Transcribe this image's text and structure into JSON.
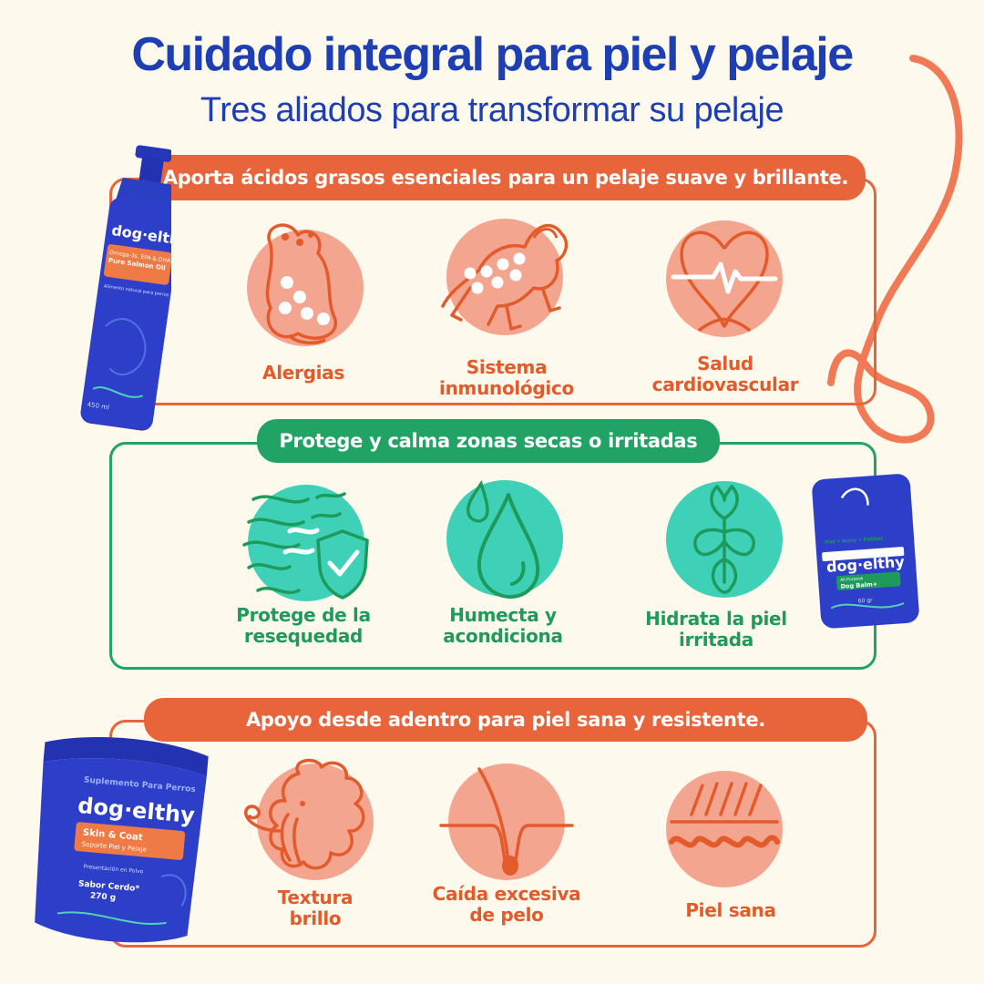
{
  "header": {
    "title": "Cuidado integral para piel y pelaje",
    "subtitle": "Tres aliados para transformar su pelaje"
  },
  "colors": {
    "brand_blue": "#1e3fb3",
    "orange": "#e8643a",
    "green": "#22a366",
    "salmon": "#f4a58f",
    "teal": "#3ed1b8",
    "background": "#fdf9ec"
  },
  "sections": [
    {
      "banner": "Aporta ácidos grasos esenciales para un pelaje suave y brillante.",
      "items": [
        {
          "label_line1": "Alergias",
          "label_line2": "",
          "icon": "dog-paw-allergy-icon"
        },
        {
          "label_line1": "Sistema",
          "label_line2": "inmunológico",
          "icon": "dog-immune-icon"
        },
        {
          "label_line1": "Salud",
          "label_line2": "cardiovascular",
          "icon": "heart-pulse-icon"
        }
      ]
    },
    {
      "banner": "Protege y calma zonas secas o irritadas",
      "items": [
        {
          "label_line1": "Protege de la",
          "label_line2": "resequedad",
          "icon": "skin-shield-icon"
        },
        {
          "label_line1": "Humecta y",
          "label_line2": "acondiciona",
          "icon": "water-drop-icon"
        },
        {
          "label_line1": "Hidrata la piel",
          "label_line2": "irritada",
          "icon": "irritated-skin-icon"
        }
      ]
    },
    {
      "banner": "Apoyo desde adentro para piel sana y resistente.",
      "items": [
        {
          "label_line1": "Textura",
          "label_line2": "brillo",
          "icon": "curly-dog-icon"
        },
        {
          "label_line1": "Caída excesiva",
          "label_line2": "de pelo",
          "icon": "hair-follicle-icon"
        },
        {
          "label_line1": "Piel sana",
          "label_line2": "",
          "icon": "healthy-skin-icon"
        }
      ]
    }
  ],
  "products": {
    "oil": {
      "brand": "dog·elthy",
      "name": "Pure Salmon Oil",
      "tagline": "Omega-3s, EPA & DHA",
      "note": "Alimento natural para perros",
      "size": "450 ml"
    },
    "balm": {
      "brand": "dog·elthy",
      "tags": "Piel • Nariz • Patitas",
      "name": "Dog Balm+",
      "note": "All-Purpose",
      "size": "60 gr"
    },
    "jar": {
      "top": "Suplemento Para Perros",
      "brand": "dog·elthy",
      "name": "Skin & Coat",
      "sub": "Soporte Piel y Pelaje",
      "form": "Presentación en Polvo",
      "flavor": "Sabor Cerdo*",
      "size": "270 g"
    }
  }
}
